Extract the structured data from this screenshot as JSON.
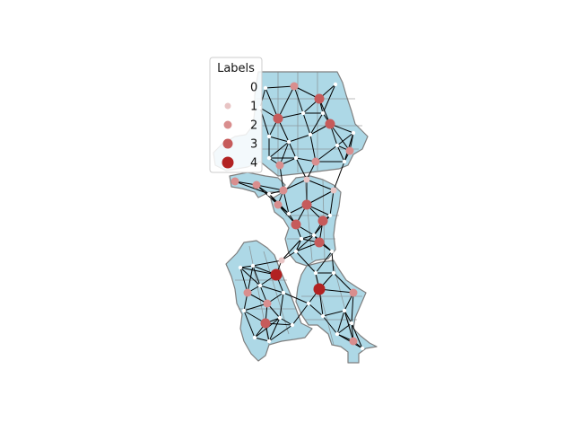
{
  "colors": {
    "region_fill": "#add8e6",
    "region_stroke": "#7f7f7f",
    "edge": "#000000",
    "node_small": "#ffffff",
    "label_colors": [
      "#f2dede",
      "#e8c4c4",
      "#d98e8e",
      "#c65b5b",
      "#b22222"
    ]
  },
  "legend": {
    "title": "Labels",
    "items": [
      {
        "label": "0",
        "level": 0
      },
      {
        "label": "1",
        "level": 1
      },
      {
        "label": "2",
        "level": 2
      },
      {
        "label": "3",
        "level": 3
      },
      {
        "label": "4",
        "level": 4
      }
    ]
  }
}
